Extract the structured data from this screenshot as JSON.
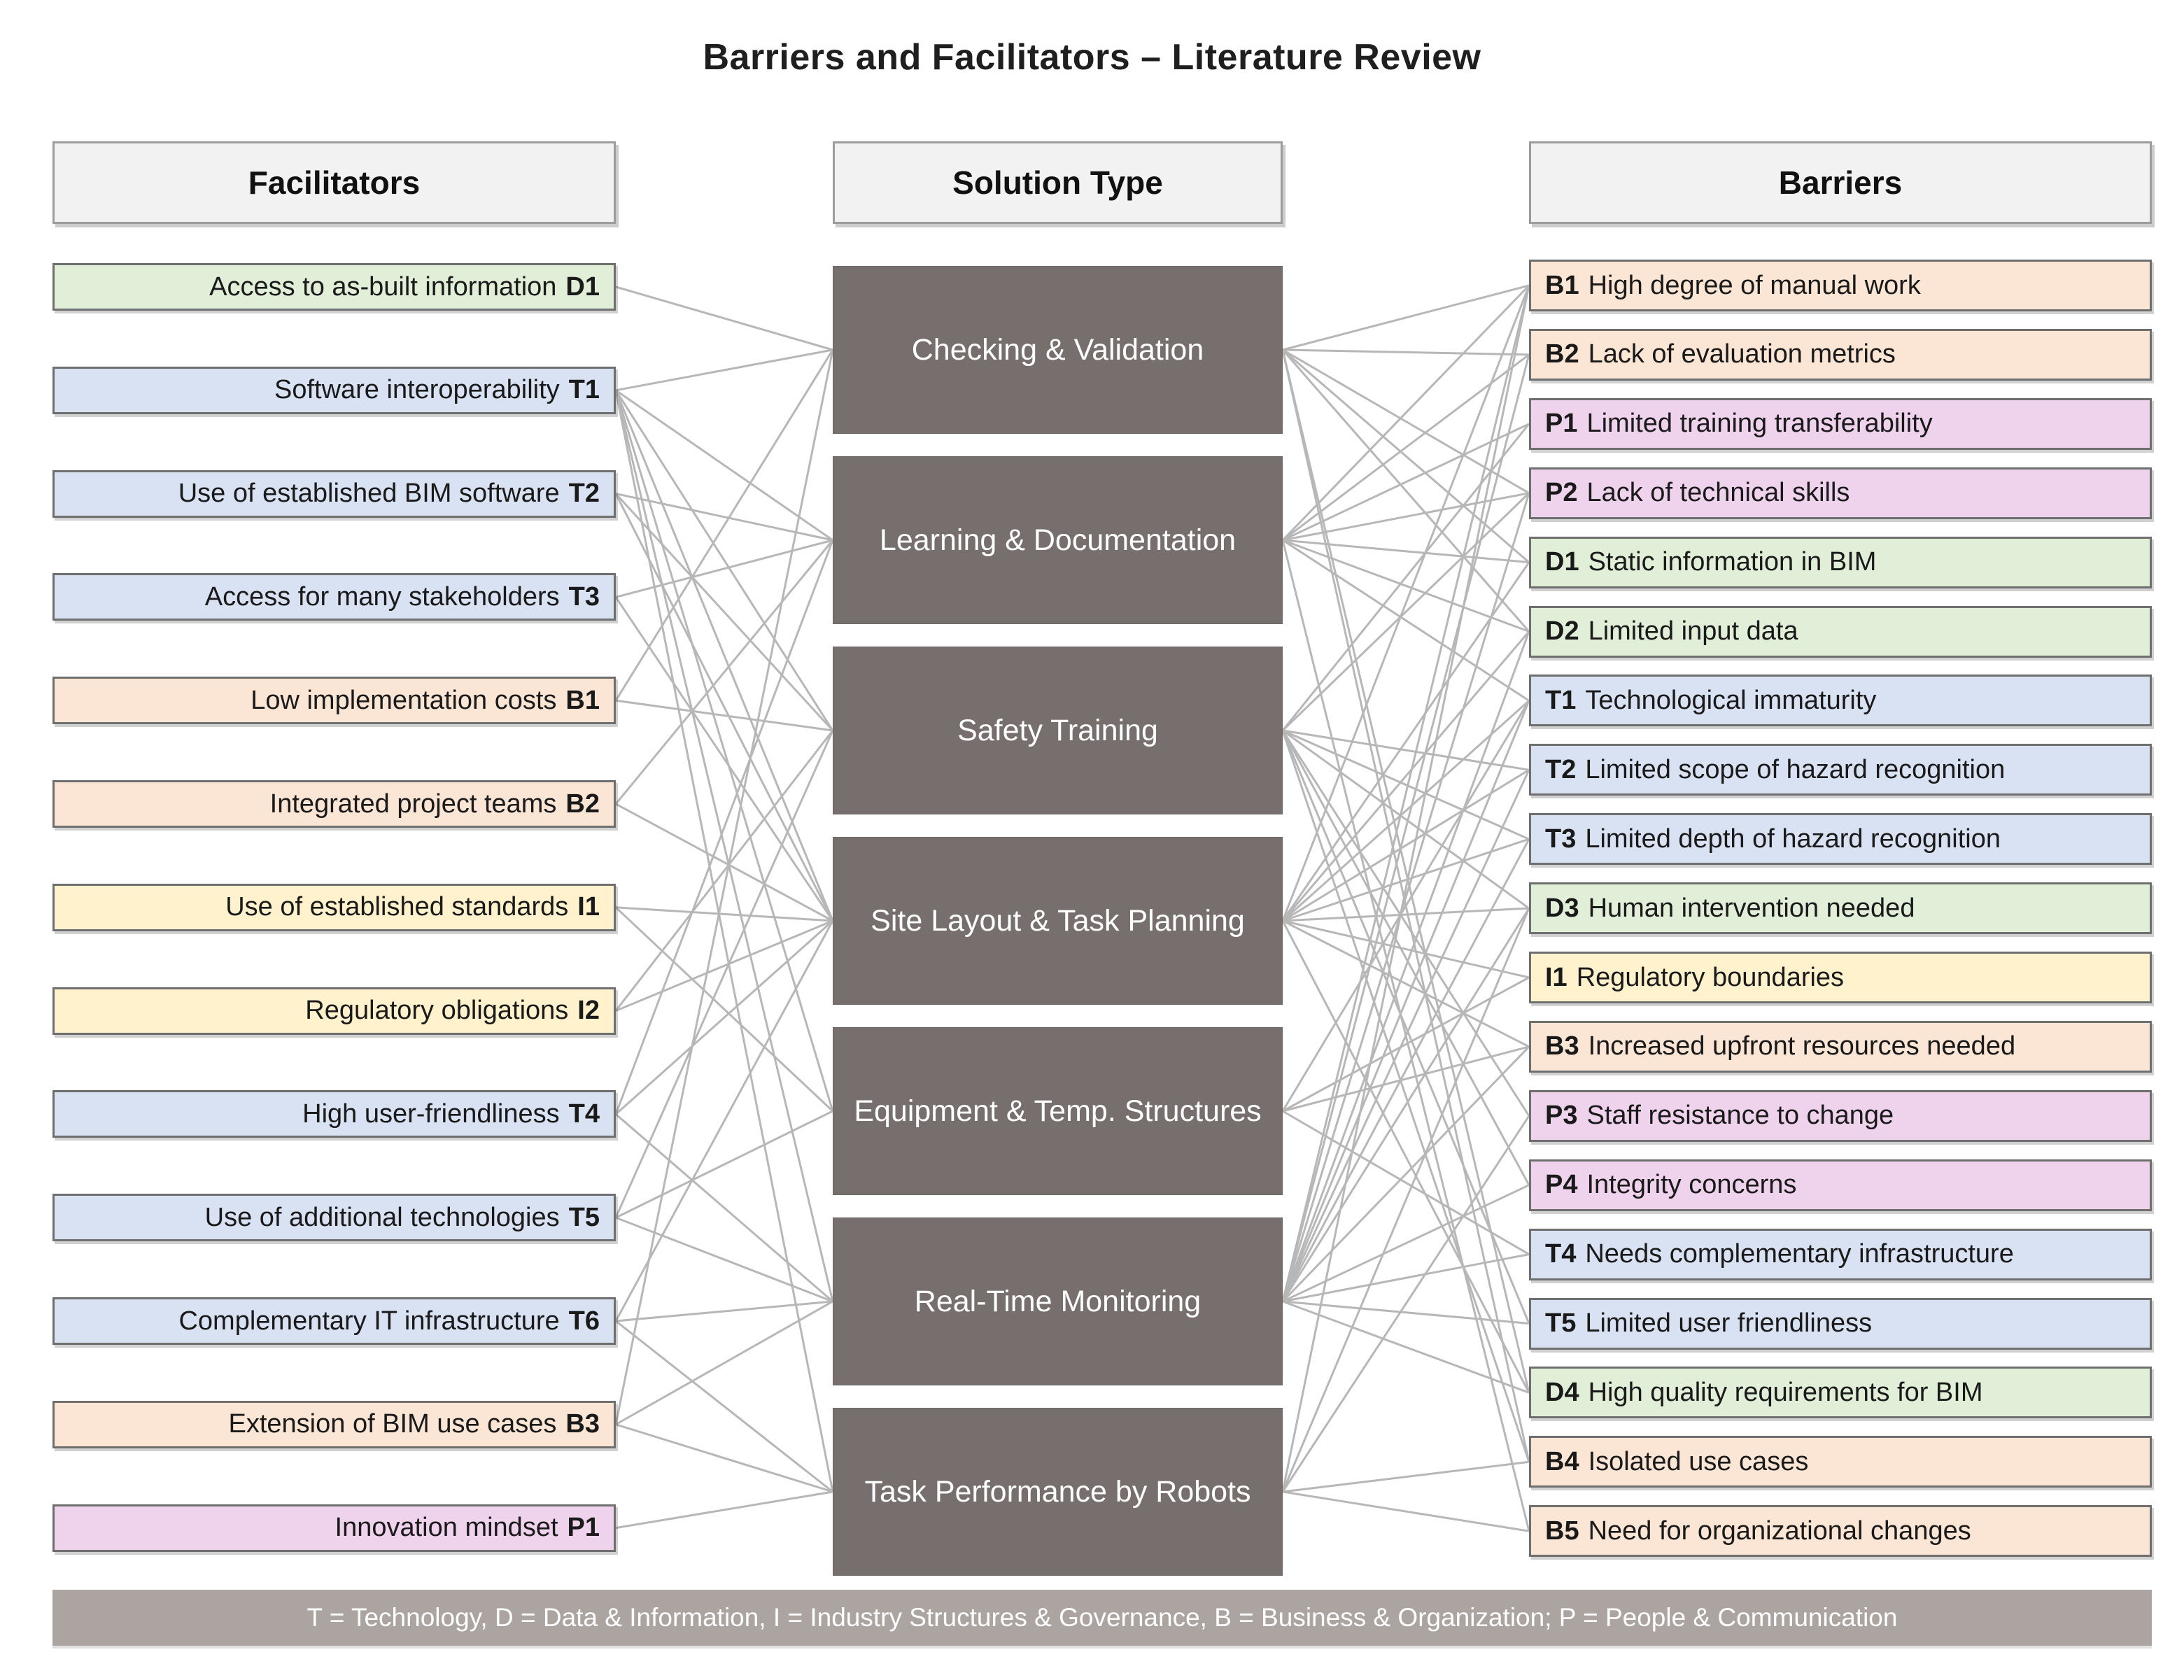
{
  "title": "Barriers and Facilitators – Literature Review",
  "columns": {
    "facilitators_header": "Facilitators",
    "solutions_header": "Solution Type",
    "barriers_header": "Barriers"
  },
  "legend": "T = Technology, D = Data & Information, I = Industry Structures & Governance, B = Business & Organization; P = People & Communication",
  "categories": {
    "T": {
      "name": "Technology",
      "color": "#d9e2f3"
    },
    "D": {
      "name": "Data & Information",
      "color": "#e1efd9"
    },
    "I": {
      "name": "Industry Structures & Governance",
      "color": "#fff2cc"
    },
    "B": {
      "name": "Business & Organization",
      "color": "#fbe5d5"
    },
    "P": {
      "name": "People & Communication",
      "color": "#efd2ec"
    }
  },
  "styles": {
    "solution_fill": "#766f6e",
    "header_fill": "#f2f2f2",
    "legend_fill": "#aba4a1",
    "line_color": "#b7b7b7",
    "background": "#ffffff"
  },
  "facilitators": [
    {
      "label": "Access to as-built information",
      "code": "D1"
    },
    {
      "label": "Software interoperability",
      "code": "T1"
    },
    {
      "label": "Use of established BIM software",
      "code": "T2"
    },
    {
      "label": "Access for many stakeholders",
      "code": "T3"
    },
    {
      "label": "Low implementation costs",
      "code": "B1"
    },
    {
      "label": "Integrated project teams",
      "code": "B2"
    },
    {
      "label": "Use of established standards",
      "code": "I1"
    },
    {
      "label": "Regulatory obligations",
      "code": "I2"
    },
    {
      "label": "High user-friendliness",
      "code": "T4"
    },
    {
      "label": "Use of additional technologies",
      "code": "T5"
    },
    {
      "label": "Complementary IT infrastructure",
      "code": "T6"
    },
    {
      "label": "Extension of BIM use cases",
      "code": "B3"
    },
    {
      "label": "Innovation mindset",
      "code": "P1"
    }
  ],
  "solutions": [
    {
      "label": "Checking & Validation"
    },
    {
      "label": "Learning & Documentation"
    },
    {
      "label": "Safety Training"
    },
    {
      "label": "Site Layout & Task Planning"
    },
    {
      "label": "Equipment & Temp. Structures"
    },
    {
      "label": "Real-Time Monitoring"
    },
    {
      "label": "Task Performance by Robots"
    }
  ],
  "barriers": [
    {
      "code": "B1",
      "label": "High degree of manual work"
    },
    {
      "code": "B2",
      "label": "Lack of evaluation metrics"
    },
    {
      "code": "P1",
      "label": "Limited training transferability"
    },
    {
      "code": "P2",
      "label": "Lack of technical skills"
    },
    {
      "code": "D1",
      "label": "Static information in BIM"
    },
    {
      "code": "D2",
      "label": "Limited input data"
    },
    {
      "code": "T1",
      "label": "Technological immaturity"
    },
    {
      "code": "T2",
      "label": "Limited scope of hazard recognition"
    },
    {
      "code": "T3",
      "label": "Limited depth of hazard recognition"
    },
    {
      "code": "D3",
      "label": "Human intervention needed"
    },
    {
      "code": "I1",
      "label": "Regulatory boundaries"
    },
    {
      "code": "B3",
      "label": "Increased upfront resources needed"
    },
    {
      "code": "P3",
      "label": "Staff resistance to change"
    },
    {
      "code": "P4",
      "label": "Integrity concerns"
    },
    {
      "code": "T4",
      "label": "Needs complementary infrastructure"
    },
    {
      "code": "T5",
      "label": "Limited user friendliness"
    },
    {
      "code": "D4",
      "label": "High quality requirements for BIM"
    },
    {
      "code": "B4",
      "label": "Isolated use cases"
    },
    {
      "code": "B5",
      "label": "Need for organizational changes"
    }
  ],
  "connections": {
    "facilitator_to_solution": [
      {
        "facilitator": 0,
        "solution": 0
      },
      {
        "facilitator": 1,
        "solution": 0
      },
      {
        "facilitator": 1,
        "solution": 1
      },
      {
        "facilitator": 1,
        "solution": 2
      },
      {
        "facilitator": 1,
        "solution": 3
      },
      {
        "facilitator": 1,
        "solution": 4
      },
      {
        "facilitator": 1,
        "solution": 5
      },
      {
        "facilitator": 1,
        "solution": 6
      },
      {
        "facilitator": 2,
        "solution": 1
      },
      {
        "facilitator": 2,
        "solution": 2
      },
      {
        "facilitator": 2,
        "solution": 3
      },
      {
        "facilitator": 3,
        "solution": 1
      },
      {
        "facilitator": 3,
        "solution": 3
      },
      {
        "facilitator": 4,
        "solution": 0
      },
      {
        "facilitator": 4,
        "solution": 2
      },
      {
        "facilitator": 5,
        "solution": 1
      },
      {
        "facilitator": 5,
        "solution": 3
      },
      {
        "facilitator": 6,
        "solution": 3
      },
      {
        "facilitator": 6,
        "solution": 4
      },
      {
        "facilitator": 7,
        "solution": 2
      },
      {
        "facilitator": 7,
        "solution": 3
      },
      {
        "facilitator": 8,
        "solution": 1
      },
      {
        "facilitator": 8,
        "solution": 3
      },
      {
        "facilitator": 8,
        "solution": 5
      },
      {
        "facilitator": 9,
        "solution": 2
      },
      {
        "facilitator": 9,
        "solution": 4
      },
      {
        "facilitator": 9,
        "solution": 5
      },
      {
        "facilitator": 10,
        "solution": 3
      },
      {
        "facilitator": 10,
        "solution": 5
      },
      {
        "facilitator": 10,
        "solution": 6
      },
      {
        "facilitator": 11,
        "solution": 0
      },
      {
        "facilitator": 11,
        "solution": 5
      },
      {
        "facilitator": 11,
        "solution": 6
      },
      {
        "facilitator": 12,
        "solution": 6
      }
    ],
    "solution_to_barrier": [
      {
        "solution": 0,
        "barrier": 0
      },
      {
        "solution": 0,
        "barrier": 1
      },
      {
        "solution": 0,
        "barrier": 3
      },
      {
        "solution": 0,
        "barrier": 4
      },
      {
        "solution": 0,
        "barrier": 5
      },
      {
        "solution": 0,
        "barrier": 16
      },
      {
        "solution": 0,
        "barrier": 17
      },
      {
        "solution": 1,
        "barrier": 0
      },
      {
        "solution": 1,
        "barrier": 1
      },
      {
        "solution": 1,
        "barrier": 2
      },
      {
        "solution": 1,
        "barrier": 3
      },
      {
        "solution": 1,
        "barrier": 4
      },
      {
        "solution": 1,
        "barrier": 5
      },
      {
        "solution": 1,
        "barrier": 6
      },
      {
        "solution": 1,
        "barrier": 18
      },
      {
        "solution": 2,
        "barrier": 2
      },
      {
        "solution": 2,
        "barrier": 3
      },
      {
        "solution": 2,
        "barrier": 7
      },
      {
        "solution": 2,
        "barrier": 8
      },
      {
        "solution": 2,
        "barrier": 9
      },
      {
        "solution": 2,
        "barrier": 12
      },
      {
        "solution": 2,
        "barrier": 13
      },
      {
        "solution": 2,
        "barrier": 15
      },
      {
        "solution": 2,
        "barrier": 17
      },
      {
        "solution": 3,
        "barrier": 0
      },
      {
        "solution": 3,
        "barrier": 4
      },
      {
        "solution": 3,
        "barrier": 5
      },
      {
        "solution": 3,
        "barrier": 6
      },
      {
        "solution": 3,
        "barrier": 7
      },
      {
        "solution": 3,
        "barrier": 8
      },
      {
        "solution": 3,
        "barrier": 9
      },
      {
        "solution": 3,
        "barrier": 10
      },
      {
        "solution": 3,
        "barrier": 11
      },
      {
        "solution": 3,
        "barrier": 16
      },
      {
        "solution": 4,
        "barrier": 6
      },
      {
        "solution": 4,
        "barrier": 10
      },
      {
        "solution": 4,
        "barrier": 11
      },
      {
        "solution": 4,
        "barrier": 14
      },
      {
        "solution": 5,
        "barrier": 0
      },
      {
        "solution": 5,
        "barrier": 1
      },
      {
        "solution": 5,
        "barrier": 3
      },
      {
        "solution": 5,
        "barrier": 5
      },
      {
        "solution": 5,
        "barrier": 6
      },
      {
        "solution": 5,
        "barrier": 7
      },
      {
        "solution": 5,
        "barrier": 8
      },
      {
        "solution": 5,
        "barrier": 9
      },
      {
        "solution": 5,
        "barrier": 11
      },
      {
        "solution": 5,
        "barrier": 13
      },
      {
        "solution": 5,
        "barrier": 14
      },
      {
        "solution": 5,
        "barrier": 15
      },
      {
        "solution": 5,
        "barrier": 16
      },
      {
        "solution": 6,
        "barrier": 0
      },
      {
        "solution": 6,
        "barrier": 9
      },
      {
        "solution": 6,
        "barrier": 12
      },
      {
        "solution": 6,
        "barrier": 17
      },
      {
        "solution": 6,
        "barrier": 18
      }
    ]
  }
}
